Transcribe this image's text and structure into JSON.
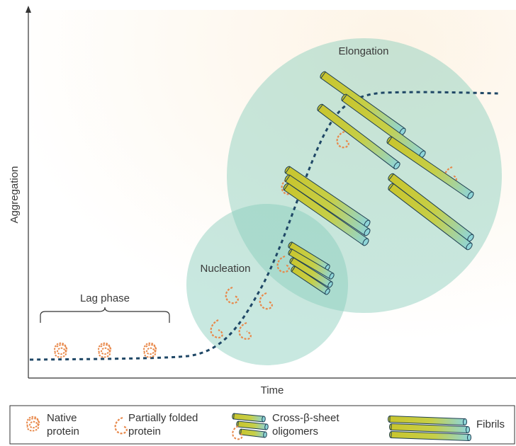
{
  "axes": {
    "ylabel": "Aggregation",
    "xlabel": "Time"
  },
  "phases": {
    "lag": "Lag phase",
    "nucleation": "Nucleation",
    "elongation": "Elongation"
  },
  "legend": {
    "native_line1": "Native",
    "native_line2": "protein",
    "partial_line1": "Partially folded",
    "partial_line2": "protein",
    "oligomer_line1": "Cross-β-sheet",
    "oligomer_line2": "oligomers",
    "fibrils": "Fibrils"
  },
  "colors": {
    "curve": "#1f4766",
    "protein": "#e8884a",
    "circle_fill": "#7ec8b8",
    "rod_yellow": "#c8c834",
    "rod_cyan": "#8ed3d6"
  }
}
